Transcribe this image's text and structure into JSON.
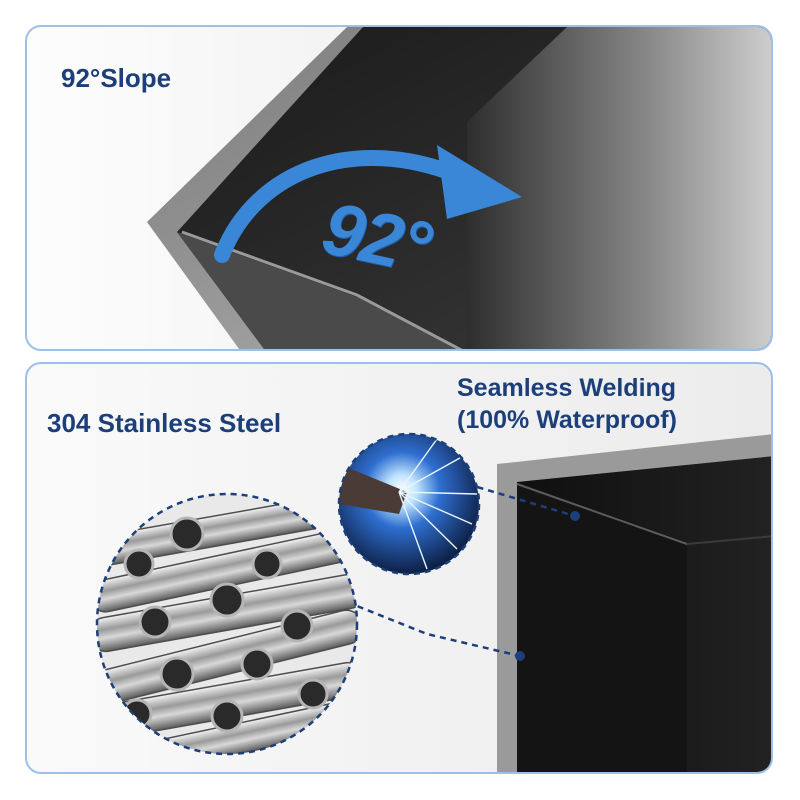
{
  "top_panel": {
    "caption": "92°Slope",
    "angle_label": "92°",
    "accent_color": "#3a87d8"
  },
  "bottom_panel": {
    "caption_material": "304 Stainless Steel",
    "caption_weld_line1": "Seamless Welding",
    "caption_weld_line2": "(100% Waterproof)",
    "callout_color": "#1d3f79"
  },
  "icons": [
    "curved-arrow-icon",
    "welding-sparks-icon",
    "steel-tubes-icon"
  ]
}
